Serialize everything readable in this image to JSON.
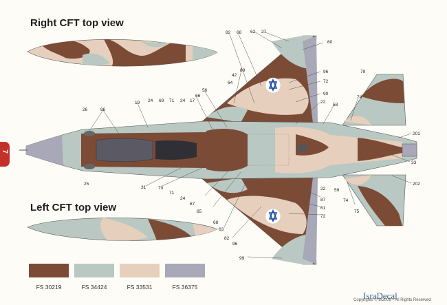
{
  "headings": {
    "right": "Right CFT top view",
    "left": "Left CFT top view"
  },
  "page_number": "7",
  "callouts": [
    "82",
    "68",
    "62",
    "27",
    "60",
    "89",
    "42",
    "64",
    "96",
    "72",
    "90",
    "79",
    "74",
    "66",
    "56",
    "19",
    "24",
    "69",
    "71",
    "24",
    "17",
    "22",
    "58",
    "26",
    "86",
    "201",
    "33",
    "202",
    "31",
    "70",
    "71",
    "24",
    "67",
    "65",
    "68",
    "63",
    "82",
    "96",
    "99",
    "87",
    "61",
    "72",
    "22",
    "59",
    "74",
    "75",
    "25"
  ],
  "swatches": [
    {
      "label": "FS 30219",
      "color": "#7c4b36"
    },
    {
      "label": "FS 34424",
      "color": "#b9c8c3"
    },
    {
      "label": "FS 33531",
      "color": "#e6cfbd"
    },
    {
      "label": "FS 36375",
      "color": "#a8a8b8"
    }
  ],
  "footer": {
    "brand": "IsraDecal",
    "copyright": "Copyrights © 8/2008 • All Rights Reserved"
  }
}
